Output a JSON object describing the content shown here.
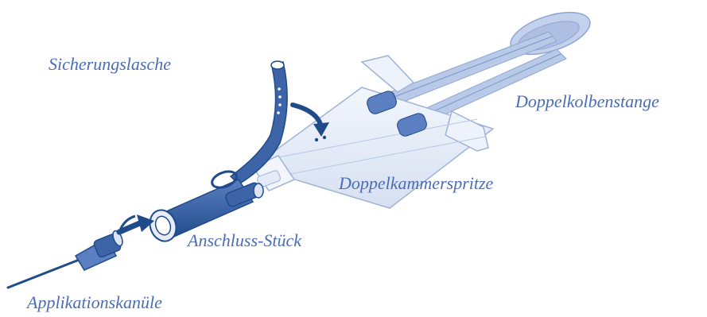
{
  "labels": {
    "tab": "Sicherungslasche",
    "plunger": "Doppelkolbenstange",
    "syringe": "Doppelkammerspritze",
    "connector": "Anschluss-Stück",
    "needle": "Applikationskanüle"
  },
  "colors": {
    "label": "#4a6db5",
    "dark_blue": "#1f4b8a",
    "light_outline": "#9fb3d6",
    "light_fill": "#e8eef8",
    "mid_fill": "#c9d6ee"
  }
}
